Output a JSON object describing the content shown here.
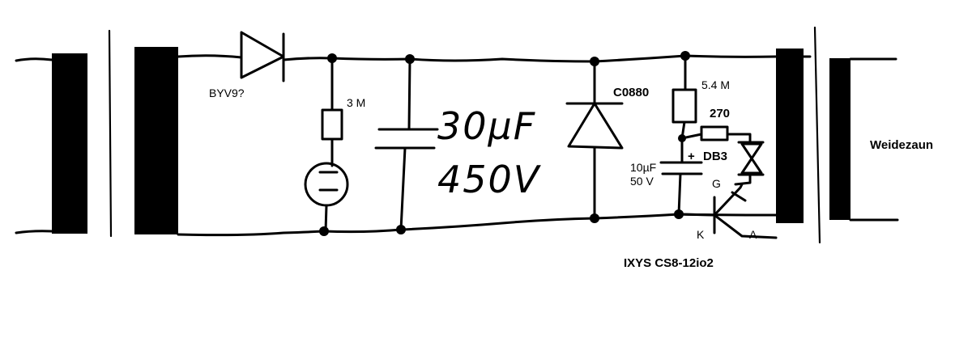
{
  "diagram": {
    "labels": {
      "diode_left": "BYV9?",
      "resistor_3m": "3 M",
      "capacitor_main_value": "30µF",
      "capacitor_main_voltage": "450V",
      "diode_right": "C0880",
      "resistor_54m": "5.4 M",
      "resistor_270": "270",
      "diac": "DB3",
      "cap_small_plus": "+",
      "cap_small_value": "10µF",
      "cap_small_voltage": "50 V",
      "scr_gate": "G",
      "scr_cathode": "K",
      "scr_anode": "A",
      "scr_part": "IXYS CS8-12io2",
      "output": "Weidezaun"
    }
  }
}
